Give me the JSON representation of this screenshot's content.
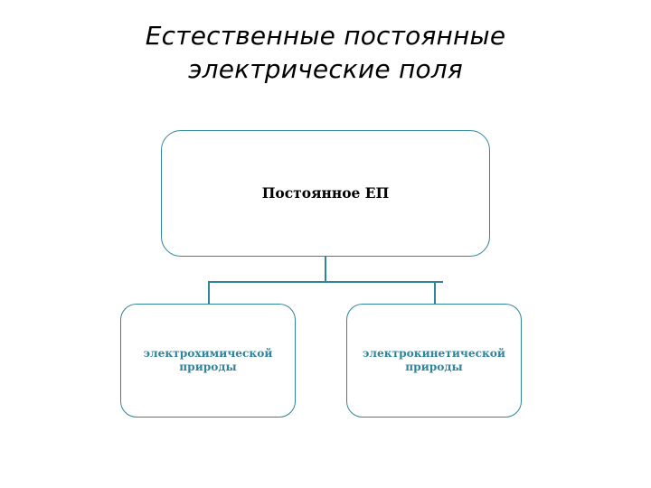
{
  "slide": {
    "title": "Естественные постоянные электрические поля",
    "accent_color": "#31849b",
    "background_color": "#ffffff",
    "title_color": "#000000"
  },
  "diagram": {
    "type": "tree",
    "root": {
      "label": "Постоянное ЕП"
    },
    "children": [
      {
        "label": "электрохимической природы"
      },
      {
        "label": "электрокинетической природы"
      }
    ]
  }
}
